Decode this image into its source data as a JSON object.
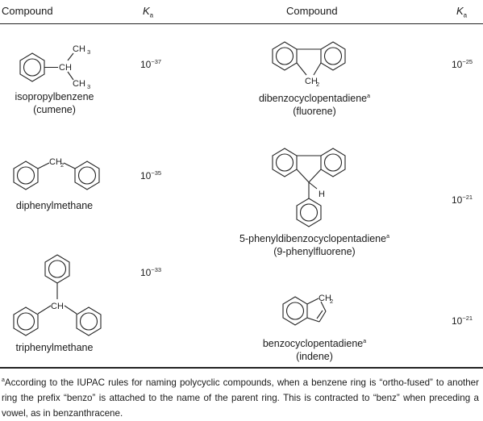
{
  "header": {
    "compound_left": "Compound",
    "ka_left": "K",
    "ka_left_sub": "a",
    "compound_right": "Compound",
    "ka_right": "K",
    "ka_right_sub": "a"
  },
  "left_rows": [
    {
      "name_line1": "isopropylbenzene",
      "name_line2": "(cumene)",
      "ka_base": "10",
      "ka_exp": "−37",
      "labels": {
        "ch3_top": "CH",
        "ch3_top_sub": "3",
        "ch": "CH",
        "ch3_bottom": "CH",
        "ch3_bottom_sub": "3"
      }
    },
    {
      "name_line1": "diphenylmethane",
      "ka_base": "10",
      "ka_exp": "−35",
      "labels": {
        "ch2": "CH",
        "ch2_sub": "2"
      }
    },
    {
      "name_line1": "triphenylmethane",
      "ka_base": "10",
      "ka_exp": "−33",
      "labels": {
        "ch": "CH"
      }
    }
  ],
  "right_rows": [
    {
      "name_line1": "dibenzocyclopentadiene",
      "name_sup": "a",
      "name_line2": "(fluorene)",
      "ka_base": "10",
      "ka_exp": "−25",
      "labels": {
        "ch2": "CH",
        "ch2_sub": "2"
      }
    },
    {
      "name_line1": "5-phenyldibenzocyclopentadiene",
      "name_sup": "a",
      "name_line2": "(9-phenylfluorene)",
      "ka_base": "10",
      "ka_exp": "−21",
      "labels": {
        "h": "H"
      }
    },
    {
      "name_line1": "benzocyclopentadiene",
      "name_sup": "a",
      "name_line2": "(indene)",
      "ka_base": "10",
      "ka_exp": "−21",
      "labels": {
        "ch2": "CH",
        "ch2_sub": "2"
      }
    }
  ],
  "footnote": {
    "marker": "a",
    "text": "According to the IUPAC rules for naming polycyclic compounds, when a benzene ring is “ortho-fused” to another ring the prefix “benzo” is attached to the name of the parent ring. This is contracted to “benz” when preceding a vowel, as in benzanthracene."
  }
}
